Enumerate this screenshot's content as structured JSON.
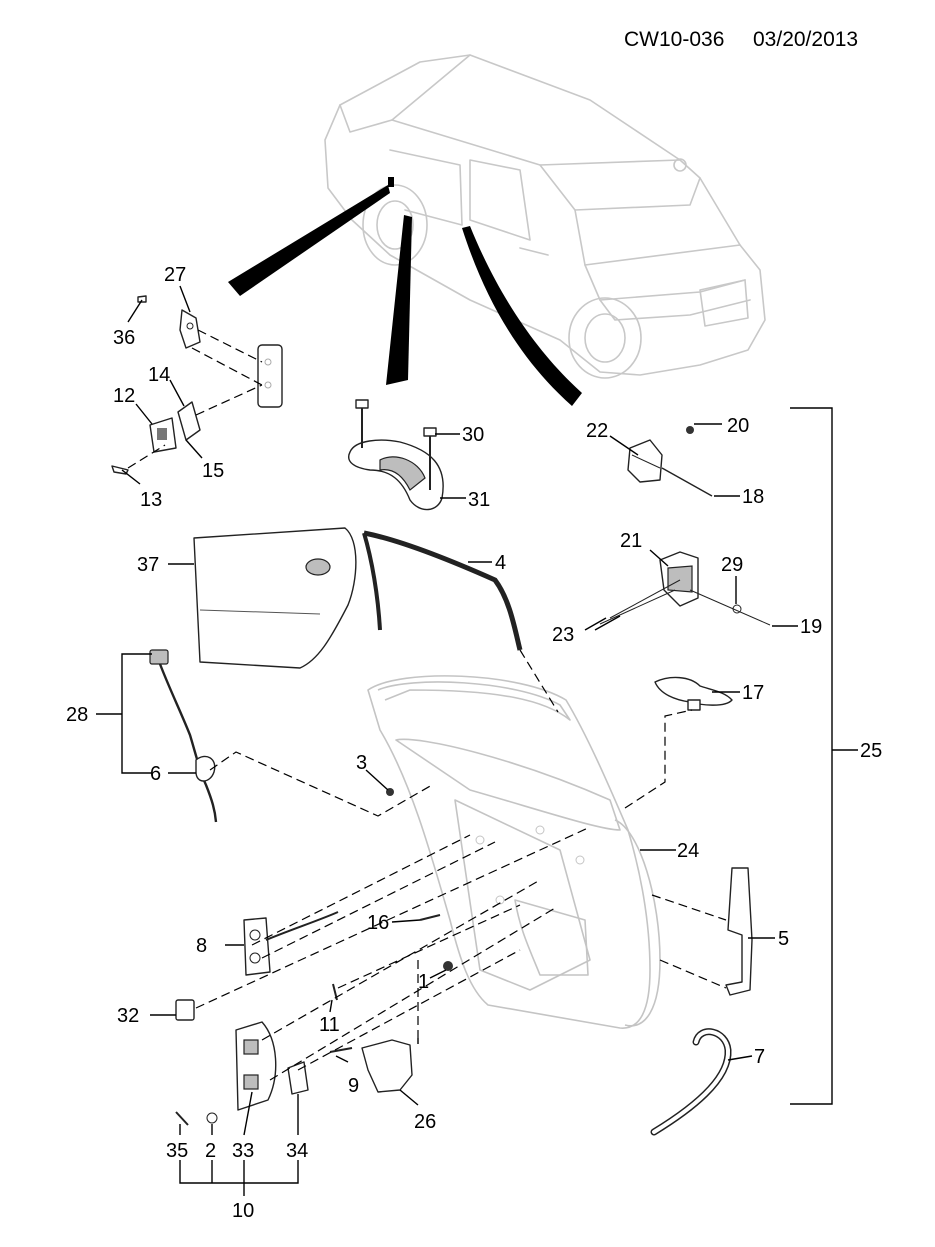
{
  "header": {
    "code": "CW10-036",
    "date": "03/20/2013"
  },
  "callouts": {
    "c1": "1",
    "c2": "2",
    "c3": "3",
    "c4": "4",
    "c5": "5",
    "c6": "6",
    "c7": "7",
    "c8": "8",
    "c9": "9",
    "c10": "10",
    "c11": "11",
    "c12": "12",
    "c13": "13",
    "c14": "14",
    "c15": "15",
    "c16": "16",
    "c17": "17",
    "c18": "18",
    "c19": "19",
    "c20": "20",
    "c21": "21",
    "c22": "22",
    "c23": "23",
    "c24": "24",
    "c25": "25",
    "c26": "26",
    "c27": "27",
    "c28": "28",
    "c29": "29",
    "c30": "30",
    "c31": "31",
    "c32": "32",
    "c33": "33",
    "c34": "34",
    "c35": "35",
    "c36": "36",
    "c37": "37"
  }
}
